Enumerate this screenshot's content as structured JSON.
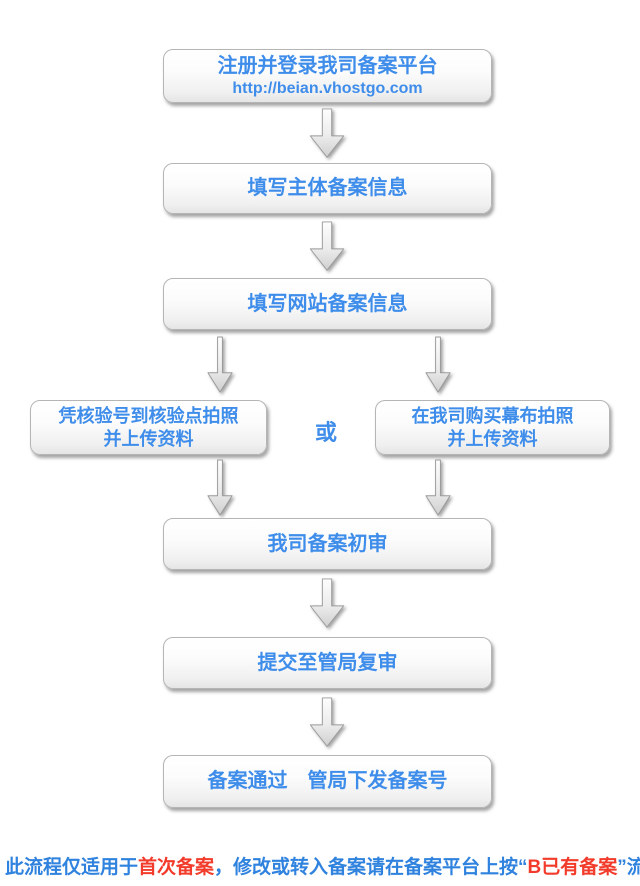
{
  "colors": {
    "node_text_blue": "#3f8dea",
    "footer_blue": "#2f82de",
    "footer_red": "#f23b2a",
    "node_border": "#b5b5b5",
    "arrow_fill_top": "#fdfdfd",
    "arrow_fill_bottom": "#d6d6d6"
  },
  "flow": {
    "step1": {
      "line1": "注册并登录我司备案平台",
      "line2": "http://beian.vhostgo.com"
    },
    "step2": "填写主体备案信息",
    "step3": "填写网站备案信息",
    "branch_left": {
      "line1": "凭核验号到核验点拍照",
      "line2": "并上传资料"
    },
    "or_label": "或",
    "branch_right": {
      "line1": "在我司购买幕布拍照",
      "line2": "并上传资料"
    },
    "step4": "我司备案初审",
    "step5": "提交至管局复审",
    "step6": "备案通过　管局下发备案号"
  },
  "footer": {
    "seg1": "此流程仅适用于",
    "seg2": "首次备案",
    "seg3": "，修改或转入备案请在备案平台上按“",
    "seg4": "B已有备案",
    "seg5": "”流程操作！"
  }
}
